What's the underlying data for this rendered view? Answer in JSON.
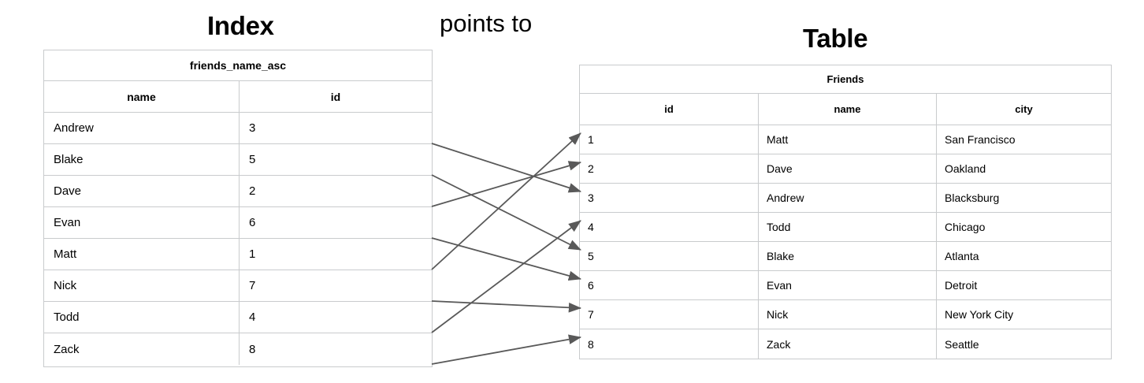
{
  "headings": {
    "index": "Index",
    "table": "Table",
    "relation": "points to"
  },
  "index_table": {
    "title": "friends_name_asc",
    "columns": [
      "name",
      "id"
    ],
    "rows": [
      [
        "Andrew",
        "3"
      ],
      [
        "Blake",
        "5"
      ],
      [
        "Dave",
        "2"
      ],
      [
        "Evan",
        "6"
      ],
      [
        "Matt",
        "1"
      ],
      [
        "Nick",
        "7"
      ],
      [
        "Todd",
        "4"
      ],
      [
        "Zack",
        "8"
      ]
    ]
  },
  "friends_table": {
    "title": "Friends",
    "columns": [
      "id",
      "name",
      "city"
    ],
    "rows": [
      [
        "1",
        "Matt",
        "San Francisco"
      ],
      [
        "2",
        "Dave",
        "Oakland"
      ],
      [
        "3",
        "Andrew",
        "Blacksburg"
      ],
      [
        "4",
        "Todd",
        "Chicago"
      ],
      [
        "5",
        "Blake",
        "Atlanta"
      ],
      [
        "6",
        "Evan",
        "Detroit"
      ],
      [
        "7",
        "Nick",
        "New York City"
      ],
      [
        "8",
        "Zack",
        "Seattle"
      ]
    ]
  },
  "mappings": [
    {
      "from_index_row": 0,
      "from_name": "Andrew",
      "to_id": "3"
    },
    {
      "from_index_row": 1,
      "from_name": "Blake",
      "to_id": "5"
    },
    {
      "from_index_row": 2,
      "from_name": "Dave",
      "to_id": "2"
    },
    {
      "from_index_row": 3,
      "from_name": "Evan",
      "to_id": "6"
    },
    {
      "from_index_row": 4,
      "from_name": "Matt",
      "to_id": "1"
    },
    {
      "from_index_row": 5,
      "from_name": "Nick",
      "to_id": "7"
    },
    {
      "from_index_row": 6,
      "from_name": "Todd",
      "to_id": "4"
    },
    {
      "from_index_row": 7,
      "from_name": "Zack",
      "to_id": "8"
    }
  ],
  "colors": {
    "arrow": "#595959",
    "border": "#c9cbcd",
    "text": "#000000",
    "background": "#ffffff"
  }
}
